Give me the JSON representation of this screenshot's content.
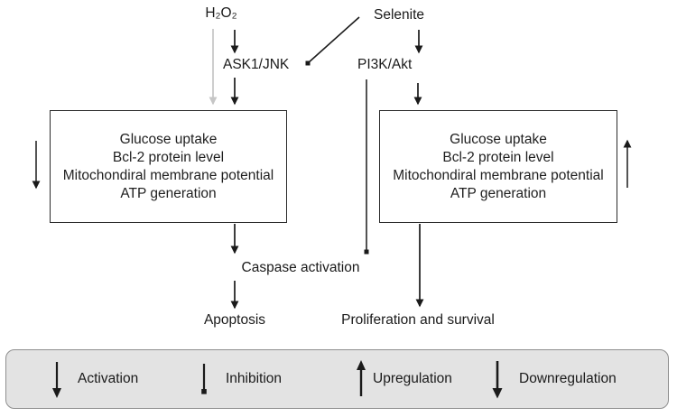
{
  "colors": {
    "ink": "#1a1a1a",
    "gray_arrow": "#c6c6c6",
    "box_border": "#2b2b2b",
    "legend_bg": "#e3e3e3",
    "legend_border": "#8f8f8f"
  },
  "diagram": {
    "stimuli": {
      "h2o2": "H₂O₂",
      "selenite": "Selenite"
    },
    "kinases": {
      "ask1_jnk": "ASK1/JNK",
      "pi3k_akt": "PI3K/Akt"
    },
    "left_box": {
      "lines": [
        "Glucose uptake",
        "Bcl-2 protein level",
        "Mitochondiral membrane potential",
        "ATP generation"
      ]
    },
    "right_box": {
      "lines": [
        "Glucose uptake",
        "Bcl-2 protein level",
        "Mitochondiral membrane potential",
        "ATP generation"
      ]
    },
    "outcomes": {
      "caspase": "Caspase activation",
      "apoptosis": "Apoptosis",
      "proliferation": "Proliferation and survival"
    }
  },
  "legend": {
    "items": [
      {
        "symbol": "down-arrow-icon",
        "label": "Activation"
      },
      {
        "symbol": "inhibition-dot-icon",
        "label": "Inhibition"
      },
      {
        "symbol": "up-arrow-icon",
        "label": "Upregulation"
      },
      {
        "symbol": "down-arrow-bold-icon",
        "label": "Downregulation"
      }
    ]
  }
}
